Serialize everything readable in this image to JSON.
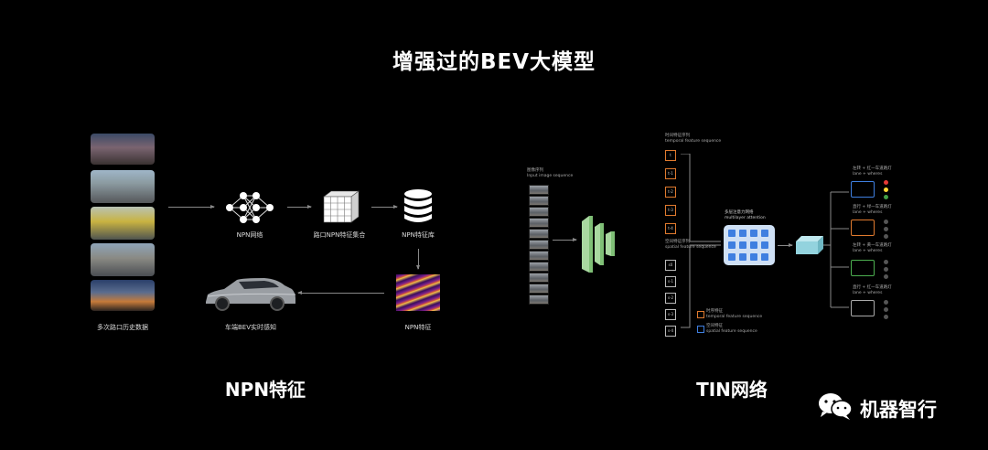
{
  "title": "增强过的BEV大模型",
  "left": {
    "section_title": "NPN特征",
    "labels": {
      "history": "多次路口历史数据",
      "npn_net": "NPN网络",
      "collection": "路口NPN特征集合",
      "library": "NPN特征库",
      "feature": "NPN特征",
      "car": "车端BEV实时感知"
    }
  },
  "right": {
    "section_title": "TIN网络",
    "labels": {
      "input_seq_cn": "图像序列",
      "input_seq_en": "Input image sequence",
      "temporal_cn": "时间特征序列",
      "temporal_en": "temporal feature sequence",
      "spatial_cn": "空间特征序列",
      "spatial_en": "spatial feature sequence",
      "attention_cn": "多层注意力网络",
      "attention_en": "multilayer attention",
      "legend1": "时序特征",
      "legend1_en": "temporal feature sequence",
      "legend2": "空间特征",
      "legend2_en": "spatial feature sequence",
      "out1_cn": "左转 + 红一车道路灯",
      "out1_en": "lane + wheres",
      "out2_cn": "直行 + 绿一车道路灯",
      "out2_en": "lane + wheres",
      "out3_cn": "左转 + 黄一车道路灯",
      "out3_en": "lane + wheres",
      "out4_cn": "直行 + 红一车道路灯",
      "out4_en": "lane + wheres"
    },
    "temporal_boxes": [
      "t",
      "t-1",
      "t-2",
      "t-3",
      "t-4"
    ],
    "spatial_boxes": [
      "s0",
      "s-1",
      "s-2",
      "s-3",
      "s-4"
    ]
  },
  "watermark": {
    "text": "机器智行"
  },
  "colors": {
    "accent_orange": "#e07a2e",
    "accent_blue": "#3f7fe0",
    "accent_green": "#4caf50",
    "light_red": "#e53935",
    "light_yellow": "#fdd835",
    "light_green": "#43a047"
  }
}
